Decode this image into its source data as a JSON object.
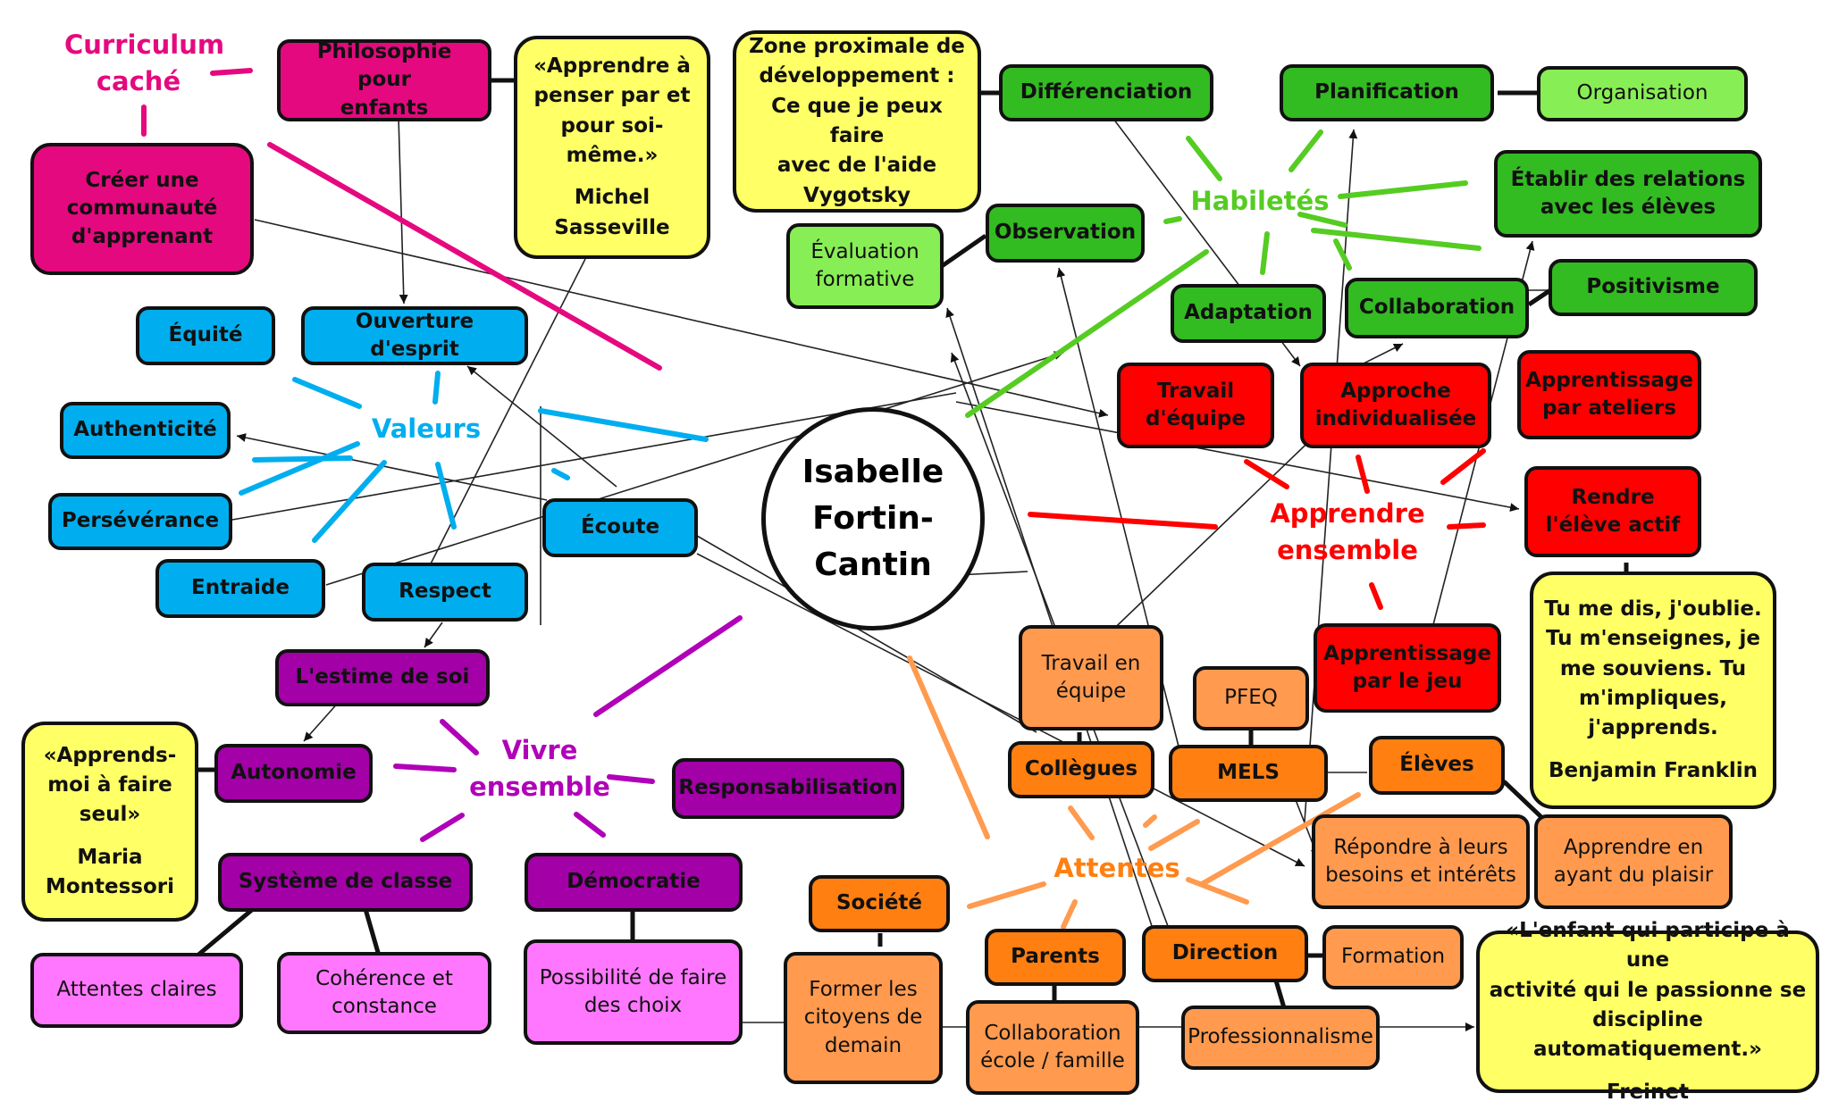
{
  "center": {
    "title": "Isabelle\nFortin-\nCantin"
  },
  "categories": {
    "curriculum": "Curriculum\ncaché",
    "valeurs": "Valeurs",
    "vivre": "Vivre\nensemble",
    "habiletes": "Habiletés",
    "apprendre": "Apprendre\nensemble",
    "attentes": "Attentes"
  },
  "pink": {
    "philosophie": "Philosophie pour\nenfants",
    "communaute": "Créer une\ncommunauté\nd'apprenant"
  },
  "quotes": {
    "sasseville_text": "«Apprendre à\npenser par et\npour soi-\nmême.»",
    "sasseville_author": "Michel\nSasseville",
    "montessori_text": "«Apprends-\nmoi à faire\nseul»",
    "montessori_author": "Maria\nMontessori",
    "franklin_text": "Tu me dis, j'oublie.\nTu m'enseignes, je\nme souviens. Tu\nm'impliques,\nj'apprends.",
    "franklin_author": "Benjamin Franklin",
    "freinet_text": "«L'enfant qui participe à une\nactivité qui le passionne se\ndiscipline automatiquement.»",
    "freinet_author": "Freinet",
    "vygotsky": "Zone proximale de\ndéveloppement :\nCe que je peux faire\navec de l'aide\nVygotsky"
  },
  "valeurs": {
    "equite": "Équité",
    "ouverture": "Ouverture d'esprit",
    "authenticite": "Authenticité",
    "perseverance": "Persévérance",
    "entraide": "Entraide",
    "respect": "Respect",
    "ecoute": "Écoute"
  },
  "vivre": {
    "estime": "L'estime de soi",
    "autonomie": "Autonomie",
    "responsabilisation": "Responsabilisation",
    "systeme": "Système de classe",
    "democratie": "Démocratie",
    "attentes_claires": "Attentes claires",
    "coherence": "Cohérence et\nconstance",
    "choix": "Possibilité de faire\ndes choix"
  },
  "habiletes": {
    "differenciation": "Différenciation",
    "planification": "Planification",
    "organisation": "Organisation",
    "relations": "Établir des relations\navec les élèves",
    "observation": "Observation",
    "evaluation": "Évaluation\nformative",
    "adaptation": "Adaptation",
    "collaboration": "Collaboration",
    "positivisme": "Positivisme"
  },
  "apprendre": {
    "travail": "Travail\nd'équipe",
    "approche": "Approche\nindividualisée",
    "ateliers": "Apprentissage\npar ateliers",
    "actif": "Rendre\nl'élève actif",
    "jeu": "Apprentissage\npar le jeu"
  },
  "attentes": {
    "travail_equipe": "Travail en\néquipe",
    "pfeq": "PFEQ",
    "collegues": "Collègues",
    "mels": "MELS",
    "eleves": "Élèves",
    "besoins": "Répondre à leurs\nbesoins et intérêts",
    "plaisir": "Apprendre en\nayant du plaisir",
    "societe": "Société",
    "citoyens": "Former les\ncitoyens de\ndemain",
    "parents": "Parents",
    "collab_ecole": "Collaboration\nécole / famille",
    "direction": "Direction",
    "formation": "Formation",
    "professionnalisme": "Professionnalisme"
  },
  "colors": {
    "pink": "#e5097f",
    "blue": "#00aeef",
    "purple": "#a300a8",
    "light_purple": "#ff77ff",
    "green": "#33bb22",
    "light_green": "#88ee55",
    "red": "#ff0000",
    "orange": "#ff7f11",
    "light_orange": "#ff9a4f",
    "yellow": "#ffff66"
  }
}
